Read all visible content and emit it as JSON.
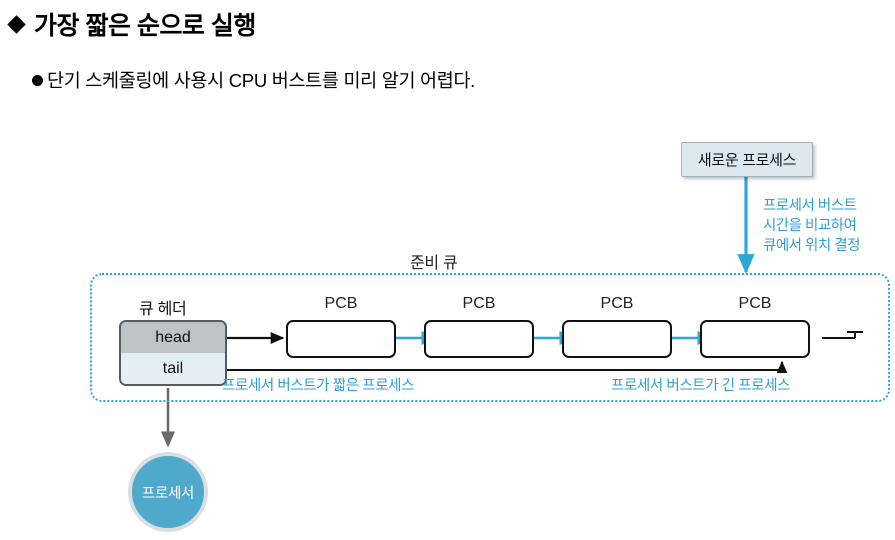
{
  "slide": {
    "title": "가장 짧은 순으로 실행",
    "subtitle": "단기 스케줄링에 사용시 CPU 버스트를 미리 알기 어렵다.",
    "title_bullet_icon": "diamond-bullet-icon",
    "subtitle_bullet_icon": "circle-bullet-icon"
  },
  "diagram": {
    "new_process_box": {
      "label": "새로운 프로세스"
    },
    "annotation_right": {
      "line1": "프로세서 버스트",
      "line2": "시간을 비교하여",
      "line3": "큐에서 위치 결정"
    },
    "ready_queue": {
      "label": "준비 큐",
      "header": {
        "label": "큐 헤더",
        "head_label": "head",
        "tail_label": "tail"
      },
      "nodes": [
        {
          "label": "PCB"
        },
        {
          "label": "PCB"
        },
        {
          "label": "PCB"
        },
        {
          "label": "PCB"
        }
      ],
      "bottom_labels": {
        "short": "프로세서 버스트가 짧은 프로세스",
        "long": "프로세서 버스트가 긴 프로세스"
      }
    },
    "processor": {
      "label": "프로세서"
    }
  },
  "colors": {
    "accent_blue": "#2f9fd4",
    "queue_border": "#29a8d8",
    "processor_fill": "#4fa9cb",
    "head_cell": "#c0c3c4",
    "tail_cell": "#e4eef5",
    "new_process_fill": "#dde7ef",
    "arrow_black": "#111111"
  }
}
